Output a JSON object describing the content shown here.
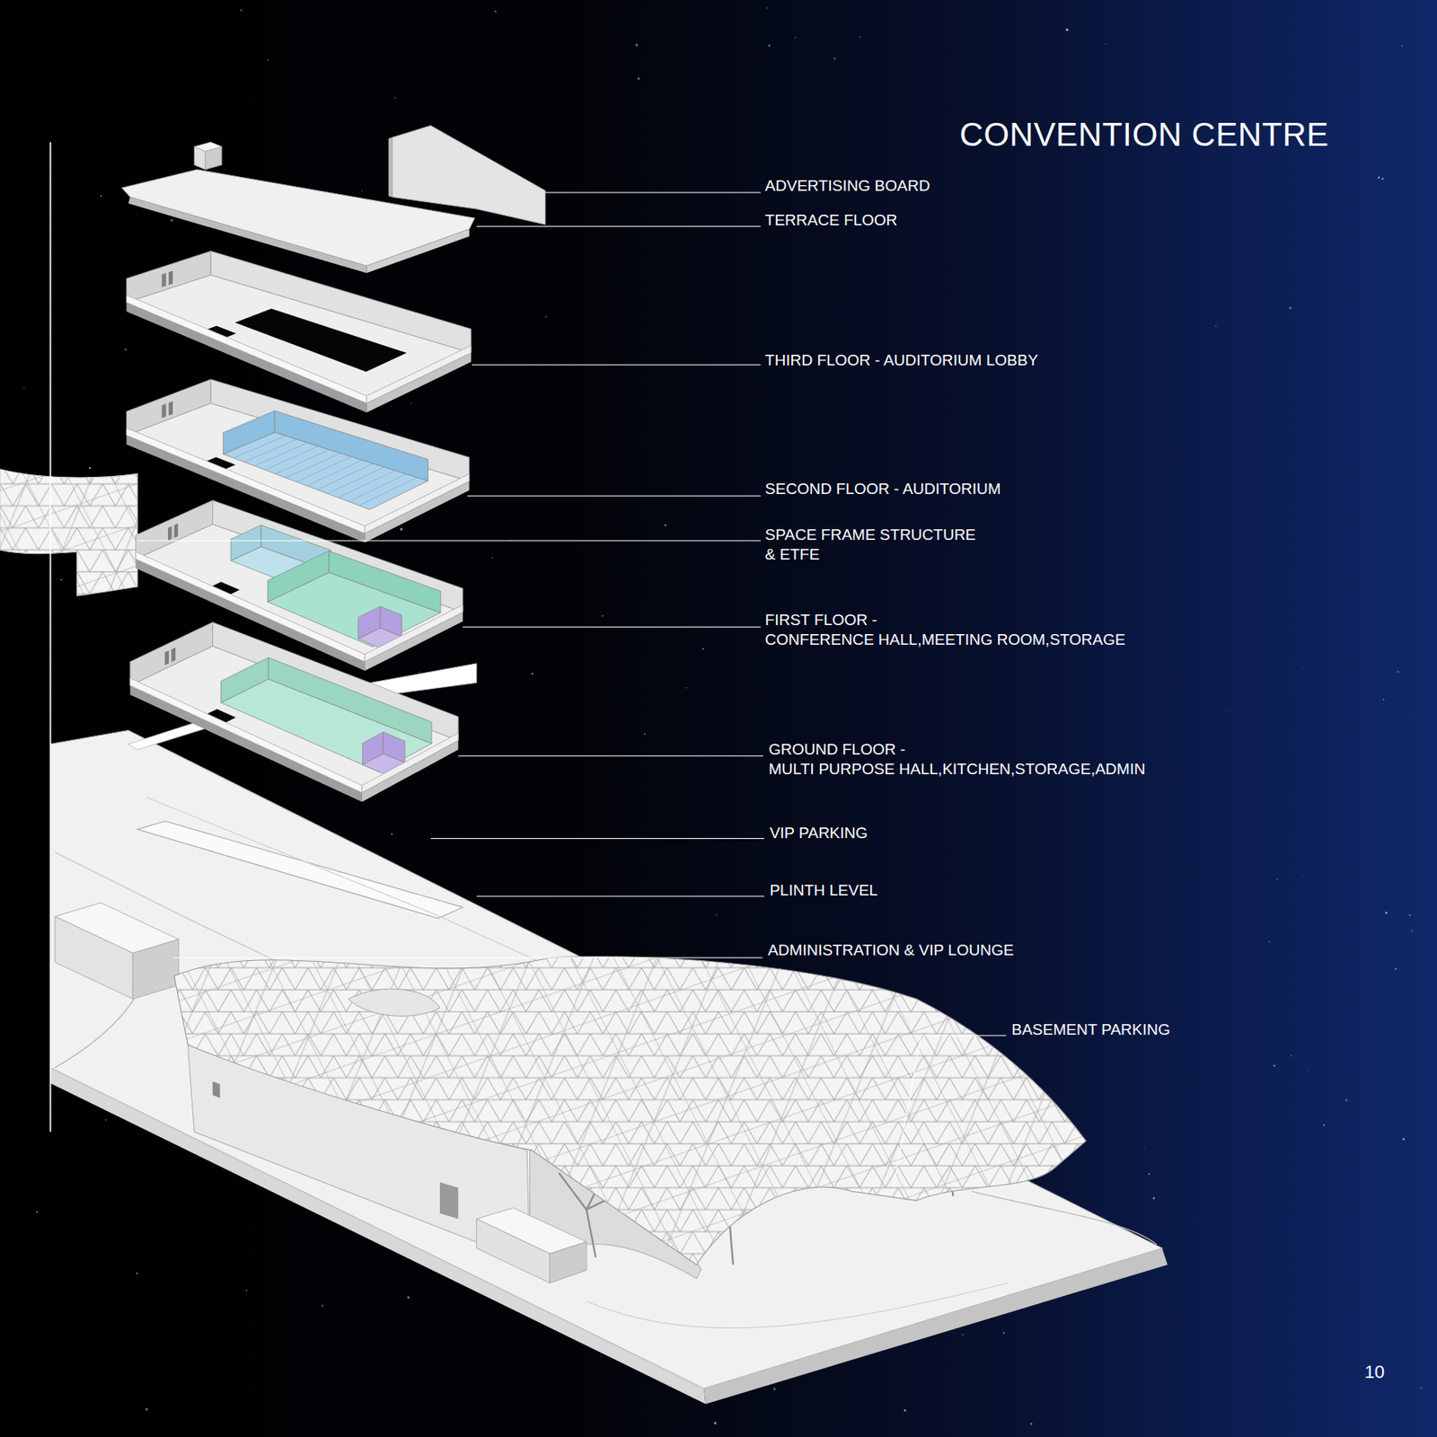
{
  "diagram": {
    "title": "CONVENTION CENTRE",
    "labels": [
      "ADVERTISING BOARD",
      "TERRACE FLOOR",
      "THIRD FLOOR - AUDITORIUM LOBBY",
      "SECOND FLOOR - AUDITORIUM",
      "SPACE FRAME STRUCTURE & ETFE",
      "FIRST FLOOR - CONFERENCE HALL,MEETING ROOM,STORAGE",
      "GROUND FLOOR - MULTI PURPOSE HALL,KITCHEN,STORAGE,ADMIN",
      "VIP PARKING",
      "PLINTH LEVEL",
      "ADMINISTRATION & VIP LOUNGE",
      "BASEMENT PARKING",
      "10"
    ]
  }
}
